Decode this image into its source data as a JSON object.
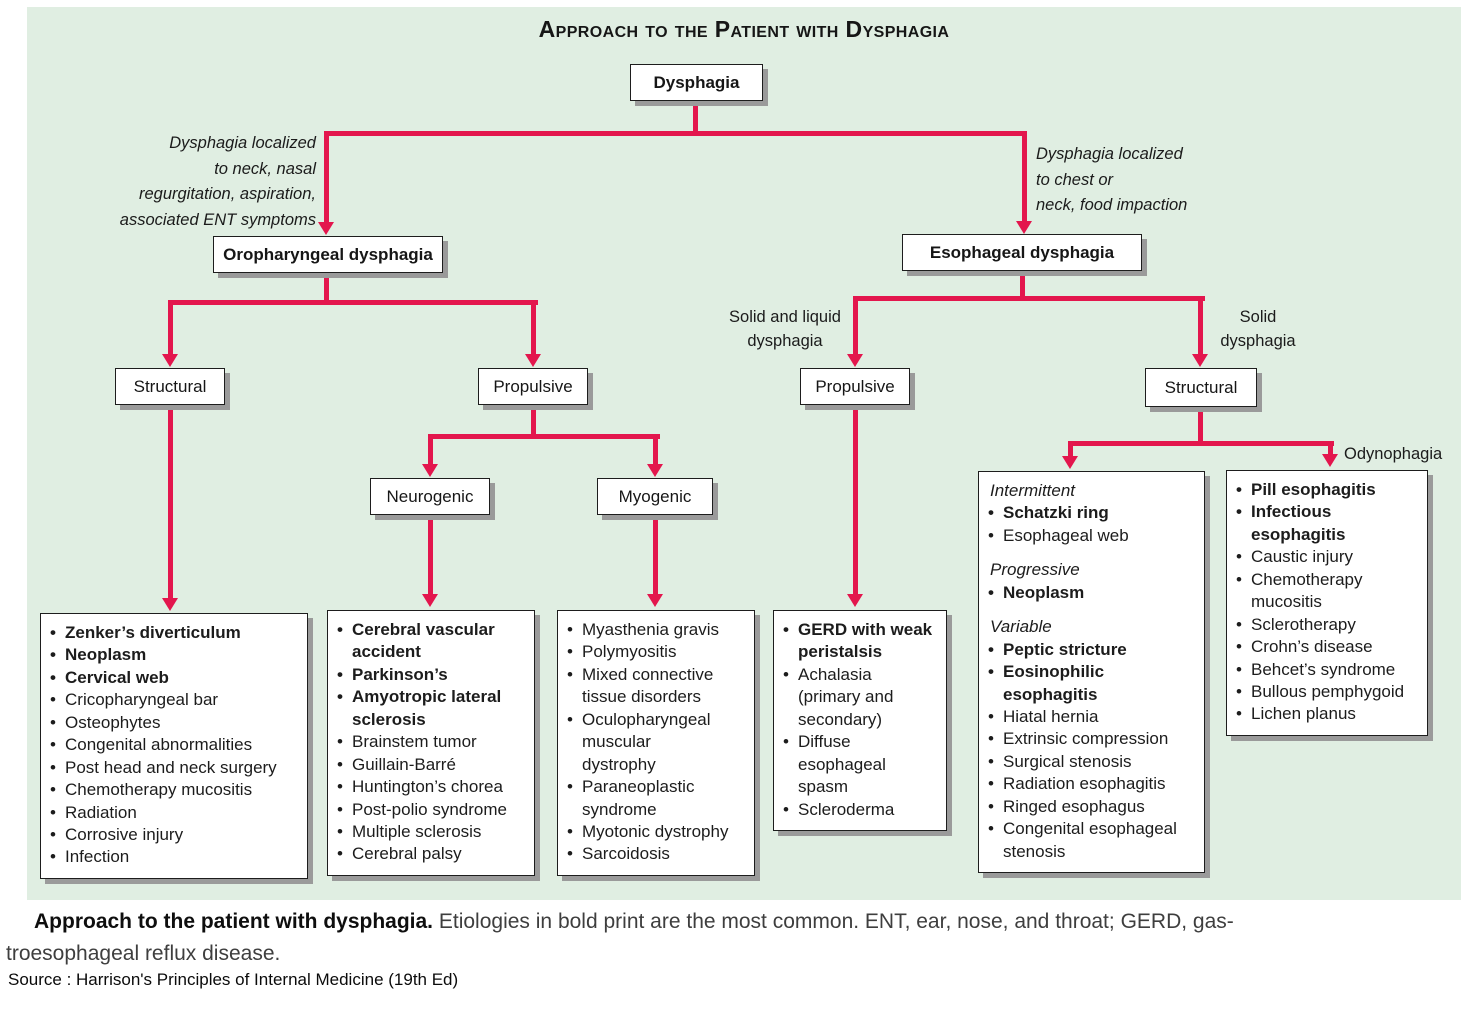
{
  "title": "Approach to the Patient with Dysphagia",
  "colors": {
    "background": "#e0eee2",
    "arrow": "#e3164d",
    "box_border": "#1d1d1d",
    "box_shadow": "#9a9a9a"
  },
  "nodes": {
    "dysphagia": "Dysphagia",
    "oropharyngeal": "Oropharyngeal dysphagia",
    "esophageal": "Esophageal dysphagia",
    "structural_left": "Structural",
    "propulsive_left": "Propulsive",
    "neurogenic": "Neurogenic",
    "myogenic": "Myogenic",
    "propulsive_right": "Propulsive",
    "structural_right": "Structural"
  },
  "annotations": {
    "left": "Dysphagia localized\nto neck, nasal\nregurgitation, aspiration,\nassociated ENT symptoms",
    "right": "Dysphagia localized\nto chest or\nneck, food impaction"
  },
  "edge_labels": {
    "solid_liquid": "Solid and liquid\ndysphagia",
    "solid": "Solid\ndysphagia",
    "odynophagia": "Odynophagia"
  },
  "lists": {
    "oropharyngeal_structural": {
      "items": [
        {
          "text": "Zenker’s diverticulum",
          "bold": true
        },
        {
          "text": "Neoplasm",
          "bold": true
        },
        {
          "text": "Cervical web",
          "bold": true
        },
        {
          "text": "Cricopharyngeal bar"
        },
        {
          "text": "Osteophytes"
        },
        {
          "text": "Congenital abnormalities"
        },
        {
          "text": "Post head and neck surgery"
        },
        {
          "text": "Chemotherapy mucositis"
        },
        {
          "text": "Radiation"
        },
        {
          "text": "Corrosive injury"
        },
        {
          "text": "Infection"
        }
      ]
    },
    "neurogenic": {
      "items": [
        {
          "text": "Cerebral vascular\naccident",
          "bold": true
        },
        {
          "text": "Parkinson’s",
          "bold": true
        },
        {
          "text": "Amyotropic lateral\nsclerosis",
          "bold": true
        },
        {
          "text": "Brainstem tumor"
        },
        {
          "text": "Guillain-Barré"
        },
        {
          "text": "Huntington’s chorea"
        },
        {
          "text": "Post-polio syndrome"
        },
        {
          "text": "Multiple sclerosis"
        },
        {
          "text": "Cerebral palsy"
        }
      ]
    },
    "myogenic": {
      "items": [
        {
          "text": "Myasthenia gravis"
        },
        {
          "text": "Polymyositis"
        },
        {
          "text": "Mixed connective\ntissue disorders"
        },
        {
          "text": "Oculopharyngeal\nmuscular\ndystrophy"
        },
        {
          "text": "Paraneoplastic\nsyndrome"
        },
        {
          "text": "Myotonic dystrophy"
        },
        {
          "text": "Sarcoidosis"
        }
      ]
    },
    "esophageal_propulsive": {
      "items": [
        {
          "text": "GERD with weak\nperistalsis",
          "bold": true
        },
        {
          "text": "Achalasia\n(primary and\nsecondary)"
        },
        {
          "text": "Diffuse\nesophageal\nspasm"
        },
        {
          "text": "Scleroderma"
        }
      ]
    },
    "esophageal_structural": {
      "items": [
        {
          "text": "Intermittent",
          "header": true
        },
        {
          "text": "Schatzki ring",
          "bold": true
        },
        {
          "text": "Esophageal web"
        },
        {
          "text": "Progressive",
          "header": true,
          "gap": true
        },
        {
          "text": "Neoplasm",
          "bold": true
        },
        {
          "text": "Variable",
          "header": true,
          "gap": true
        },
        {
          "text": "Peptic stricture",
          "bold": true
        },
        {
          "text": "Eosinophilic\nesophagitis",
          "bold": true
        },
        {
          "text": "Hiatal hernia"
        },
        {
          "text": "Extrinsic compression"
        },
        {
          "text": "Surgical stenosis"
        },
        {
          "text": "Radiation esophagitis"
        },
        {
          "text": "Ringed esophagus"
        },
        {
          "text": "Congenital esophageal\nstenosis"
        }
      ]
    },
    "odynophagia": {
      "items": [
        {
          "text": "Pill esophagitis",
          "bold": true
        },
        {
          "text": "Infectious\nesophagitis",
          "bold": true
        },
        {
          "text": "Caustic injury"
        },
        {
          "text": "Chemotherapy\nmucositis"
        },
        {
          "text": "Sclerotherapy"
        },
        {
          "text": "Crohn’s disease"
        },
        {
          "text": "Behcet’s syndrome"
        },
        {
          "text": "Bullous pemphygoid"
        },
        {
          "text": "Lichen planus"
        }
      ]
    }
  },
  "caption": {
    "lead": "Approach to the patient with dysphagia.",
    "rest": "Etiologies in bold print are the most common. ENT, ear, nose, and throat; GERD, gas-\ntroesophageal reflux disease."
  },
  "source": "Source : Harrison's Principles of Internal Medicine (19th Ed)"
}
